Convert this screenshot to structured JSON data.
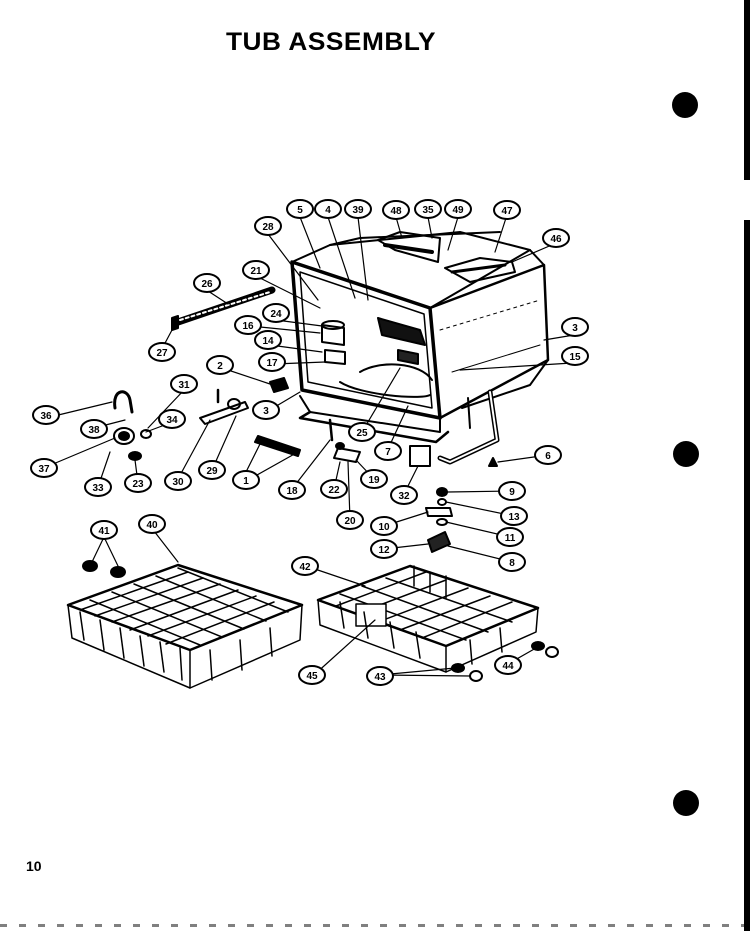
{
  "title": "TUB ASSEMBLY",
  "page_number": "10",
  "callouts": [
    {
      "label": "5"
    },
    {
      "label": "4"
    },
    {
      "label": "39"
    },
    {
      "label": "48"
    },
    {
      "label": "35"
    },
    {
      "label": "49"
    },
    {
      "label": "47"
    },
    {
      "label": "28"
    },
    {
      "label": "46"
    },
    {
      "label": "21"
    },
    {
      "label": "26"
    },
    {
      "label": "24"
    },
    {
      "label": "3"
    },
    {
      "label": "16"
    },
    {
      "label": "27"
    },
    {
      "label": "14"
    },
    {
      "label": "15"
    },
    {
      "label": "2"
    },
    {
      "label": "17"
    },
    {
      "label": "31"
    },
    {
      "label": "36"
    },
    {
      "label": "3"
    },
    {
      "label": "38"
    },
    {
      "label": "34"
    },
    {
      "label": "25"
    },
    {
      "label": "7"
    },
    {
      "label": "6"
    },
    {
      "label": "37"
    },
    {
      "label": "33"
    },
    {
      "label": "23"
    },
    {
      "label": "30"
    },
    {
      "label": "29"
    },
    {
      "label": "1"
    },
    {
      "label": "18"
    },
    {
      "label": "22"
    },
    {
      "label": "19"
    },
    {
      "label": "32"
    },
    {
      "label": "9"
    },
    {
      "label": "13"
    },
    {
      "label": "20"
    },
    {
      "label": "10"
    },
    {
      "label": "11"
    },
    {
      "label": "12"
    },
    {
      "label": "8"
    },
    {
      "label": "41"
    },
    {
      "label": "40"
    },
    {
      "label": "42"
    },
    {
      "label": "44"
    },
    {
      "label": "45"
    },
    {
      "label": "43"
    }
  ]
}
